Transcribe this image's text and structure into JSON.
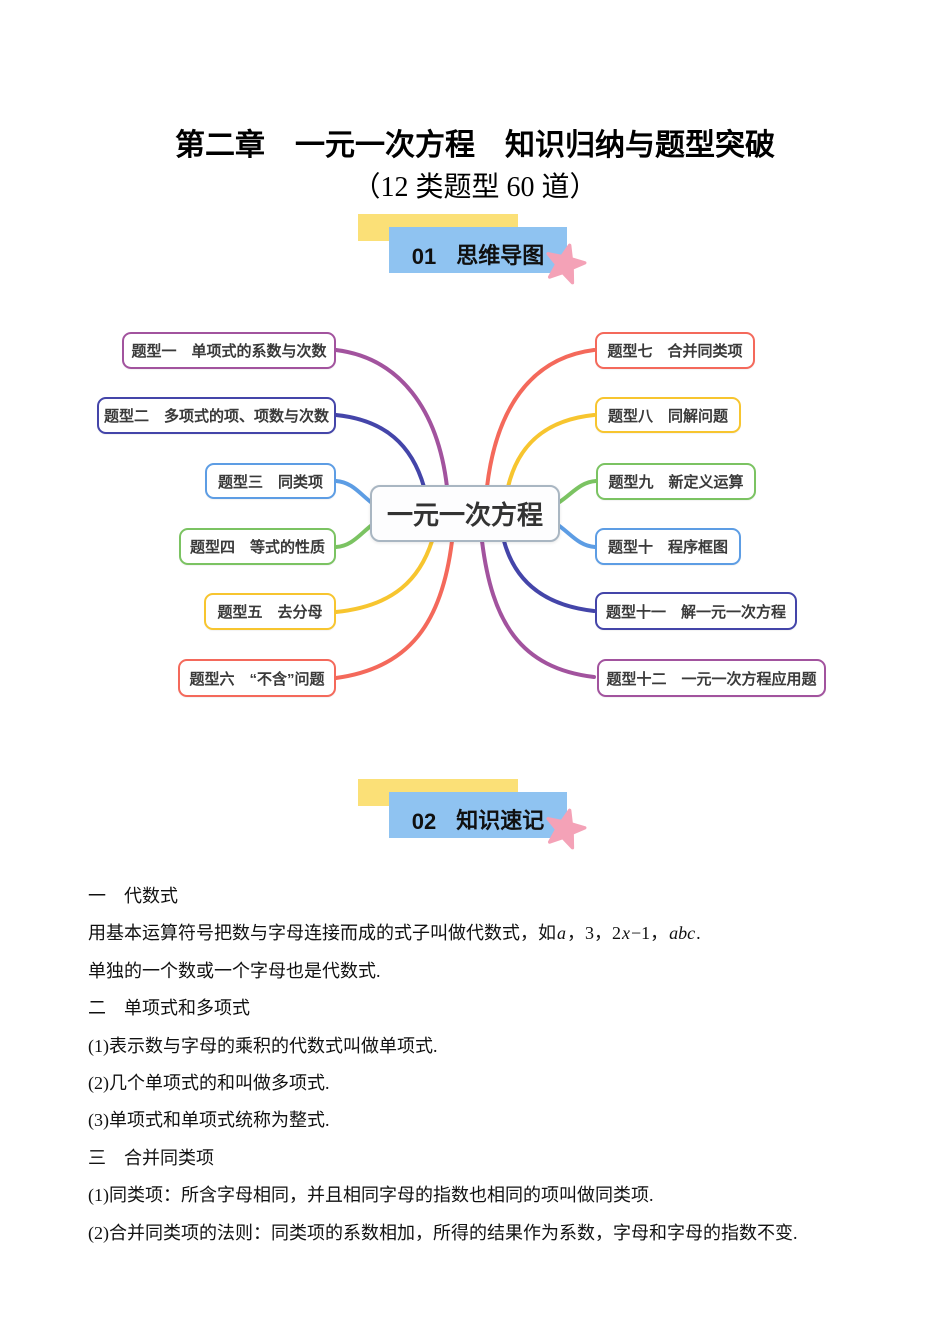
{
  "header": {
    "title": "第二章　一元一次方程　知识归纳与题型突破",
    "subtitle": "（12 类题型 60 道）"
  },
  "sections": [
    {
      "number": "01",
      "label": "思维导图"
    },
    {
      "number": "02",
      "label": "知识速记"
    }
  ],
  "theme": {
    "banner_blue": "#8FC3F1",
    "banner_yellow": "#FBE077",
    "star_pink": "#F4A2B7"
  },
  "mindmap": {
    "center_label": "一元一次方程",
    "center_border": "#A9B6C2",
    "nodes": [
      {
        "label": "题型一　单项式的系数与次数",
        "color": "#A2539E"
      },
      {
        "label": "题型二　多项式的项、项数与次数",
        "color": "#4445A9"
      },
      {
        "label": "题型三　同类项",
        "color": "#5D9DE4"
      },
      {
        "label": "题型四　等式的性质",
        "color": "#7BC362"
      },
      {
        "label": "题型五　去分母",
        "color": "#F7C52F"
      },
      {
        "label": "题型六　“不含”问题",
        "color": "#F4695B"
      },
      {
        "label": "题型七　合并同类项",
        "color": "#F4695B"
      },
      {
        "label": "题型八　同解问题",
        "color": "#F7C52F"
      },
      {
        "label": "题型九　新定义运算",
        "color": "#7BC362"
      },
      {
        "label": "题型十　程序框图",
        "color": "#5D9DE4"
      },
      {
        "label": "题型十一　解一元一次方程",
        "color": "#4445A9"
      },
      {
        "label": "题型十二　一元一次方程应用题",
        "color": "#A2539E"
      }
    ]
  },
  "notes": {
    "h1": "一　代数式",
    "line2": {
      "p0": "用基本运算符号把数与字母连接而成的式子叫做代数式，如",
      "p1": "a",
      "p2": "，3，2",
      "p3": "x",
      "p4": "−1，",
      "p5": "abc",
      "p6": "."
    },
    "line3": "单独的一个数或一个字母也是代数式.",
    "h2": "二　单项式和多项式",
    "item2_1": "(1)表示数与字母的乘积的代数式叫做单项式.",
    "item2_2": "(2)几个单项式的和叫做多项式.",
    "item2_3": "(3)单项式和单项式统称为整式.",
    "h3": "三　合并同类项",
    "item3_1": "(1)同类项：所含字母相同，并且相同字母的指数也相同的项叫做同类项.",
    "item3_2": "(2)合并同类项的法则：同类项的系数相加，所得的结果作为系数，字母和字母的指数不变."
  }
}
